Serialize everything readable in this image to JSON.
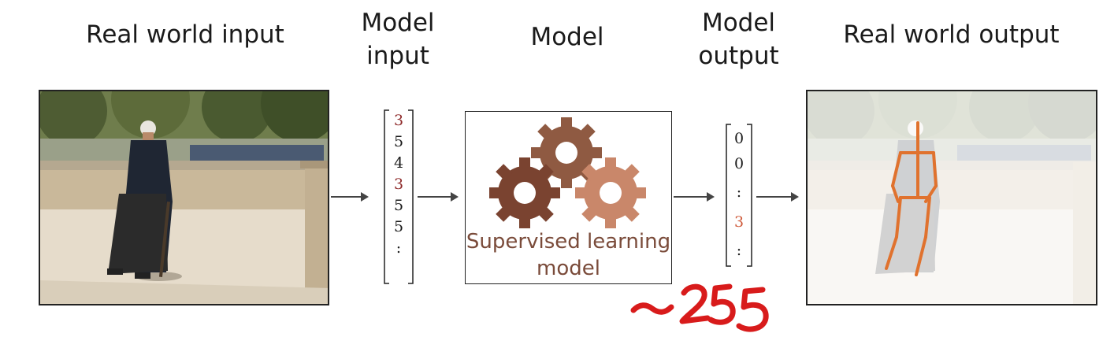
{
  "headers": {
    "real_input": "Real world input",
    "model_input_line1": "Model",
    "model_input_line2": "input",
    "model": "Model",
    "model_output_line1": "Model",
    "model_output_line2": "output",
    "real_output": "Real world output"
  },
  "input_vector": [
    "3",
    "5",
    "4",
    "3",
    "5",
    "5",
    ":"
  ],
  "output_vector": [
    "0",
    "0",
    ":",
    "3",
    ":"
  ],
  "model_box": {
    "label_line1": "Supervised learning",
    "label_line2": "model"
  },
  "annotation": "~255",
  "colors": {
    "gear_dark": "#7a4330",
    "gear_mid": "#8f5a42",
    "gear_light": "#c9876a",
    "highlight": "#8e2a2a",
    "annotation": "#d81b1b",
    "skeleton": "#e0722e"
  },
  "icons": [
    "gear-icon",
    "arrow-right-icon"
  ]
}
